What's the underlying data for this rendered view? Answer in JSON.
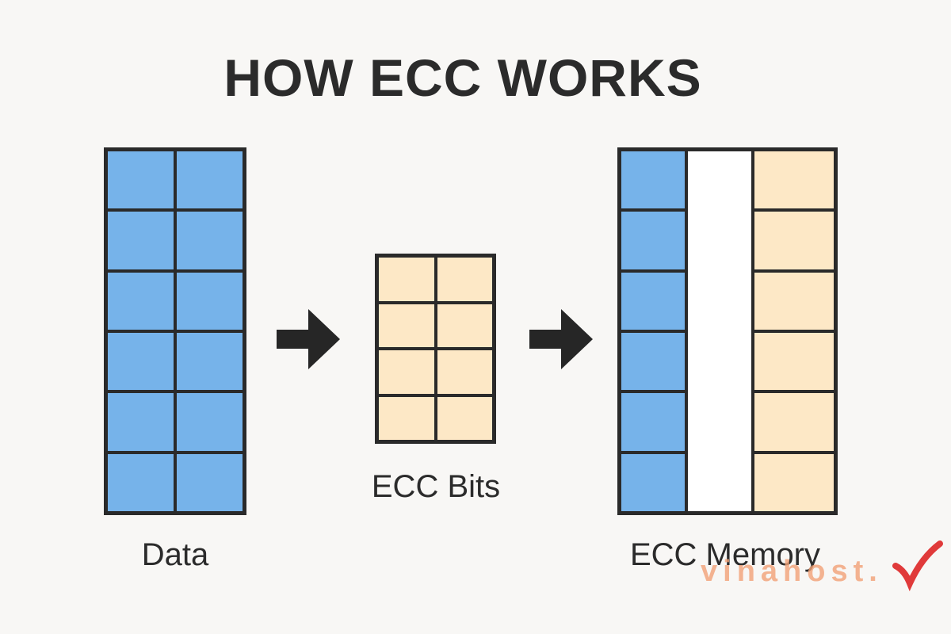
{
  "title": "HOW ECC WORKS",
  "labels": {
    "data": "Data",
    "ecc_bits": "ECC Bits",
    "ecc_memory": "ECC Memory"
  },
  "watermark": "vinahost.",
  "colors": {
    "data_blue": "#76b3ea",
    "ecc_peach": "#fde8c6",
    "outline": "#2a2a2a",
    "watermark": "#f2a277"
  },
  "icons": [
    "arrow-right-icon",
    "arrow-right-icon",
    "checkmark-icon"
  ]
}
